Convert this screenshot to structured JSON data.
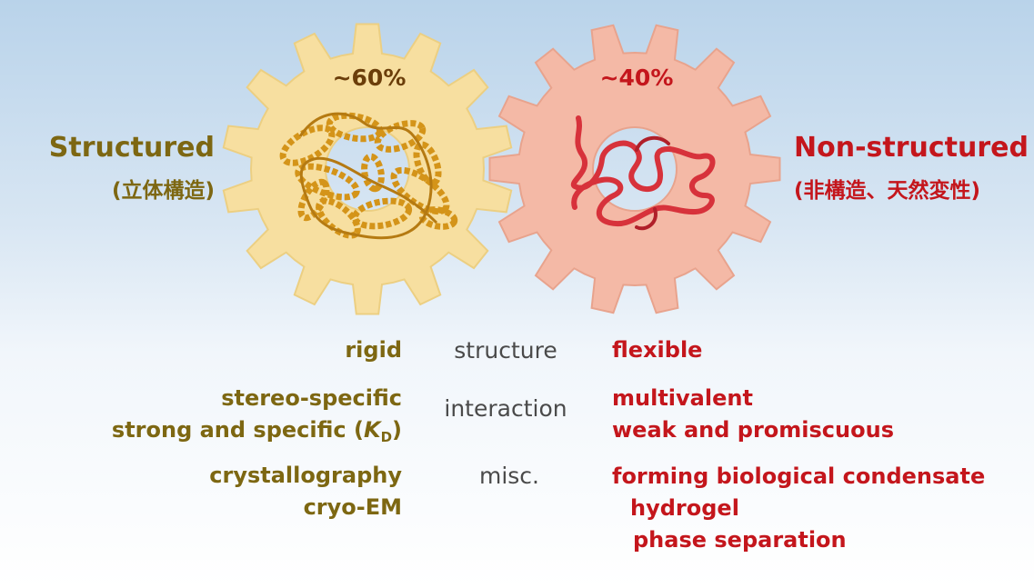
{
  "colors": {
    "structured_gear": "#f7dfa0",
    "structured_gear_edge": "#eccf82",
    "nonstructured_gear": "#f4b9a6",
    "nonstructured_gear_edge": "#e8a38d",
    "structured_text": "#7d6712",
    "nonstructured_text": "#c4161c",
    "protein_folded": "#d49419",
    "protein_disordered": "#d7323b"
  },
  "left_gear": {
    "percent": "~60%",
    "percent_color": "#6b3e0a",
    "image": "structured-protein-ribbon"
  },
  "right_gear": {
    "percent": "~40%",
    "percent_color": "#c4161c",
    "image": "disordered-protein-chain"
  },
  "structured": {
    "title": "Structured",
    "subtitle": "(立体構造)"
  },
  "nonstructured": {
    "title": "Non-structured",
    "subtitle": "(非構造、天然変性)"
  },
  "rows": {
    "structure": {
      "category": "structure",
      "left": [
        "rigid"
      ],
      "right": [
        "flexible"
      ]
    },
    "interaction": {
      "category": "interaction",
      "left_line1": "stereo-specific",
      "left_line2_prefix": "strong and specific (",
      "left_line2_k": "K",
      "left_line2_sub": "D",
      "left_line2_suffix": ")",
      "right": [
        "multivalent",
        "weak and promiscuous"
      ]
    },
    "misc": {
      "category": "misc.",
      "left": [
        "crystallography",
        "cryo-EM"
      ],
      "right": [
        "forming biological condensate",
        "hydrogel",
        "phase separation"
      ]
    }
  }
}
